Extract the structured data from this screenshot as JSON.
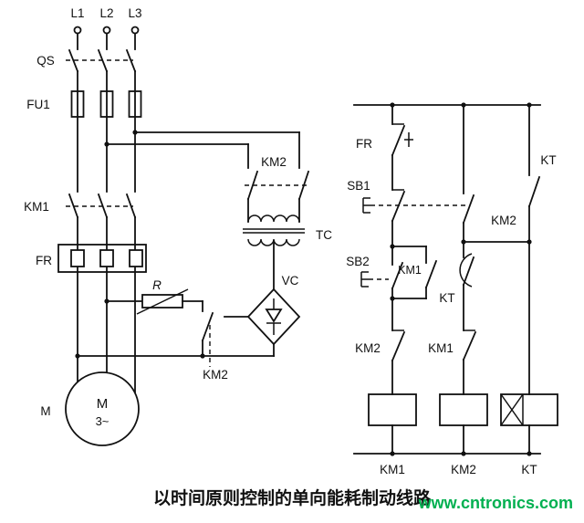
{
  "footer": {
    "title": "以时间原则控制的单向能耗制动线路",
    "watermark": "www.cntronics.com"
  },
  "colors": {
    "line": "#111111",
    "watermark_green": "#00b050",
    "background": "#ffffff"
  },
  "power": {
    "phases": [
      "L1",
      "L2",
      "L3"
    ],
    "labels": {
      "qs": "QS",
      "fu1": "FU1",
      "km1": "KM1",
      "fr": "FR",
      "km2_transformer": "KM2",
      "tc": "TC",
      "vc": "VC",
      "r": "R",
      "km2_brake": "KM2",
      "motor": "M",
      "motor_inner": "M",
      "motor_phase": "3~"
    }
  },
  "control": {
    "labels": {
      "fr": "FR",
      "sb1": "SB1",
      "sb2": "SB2",
      "km1_selfhold": "KM1",
      "km2_interlock": "KM2",
      "kt_delayed": "KT",
      "km1_interlock": "KM1",
      "km2_selfhold": "KM2",
      "kt_top": "KT"
    },
    "coils": {
      "km1": "KM1",
      "km2": "KM2",
      "kt": "KT"
    }
  }
}
